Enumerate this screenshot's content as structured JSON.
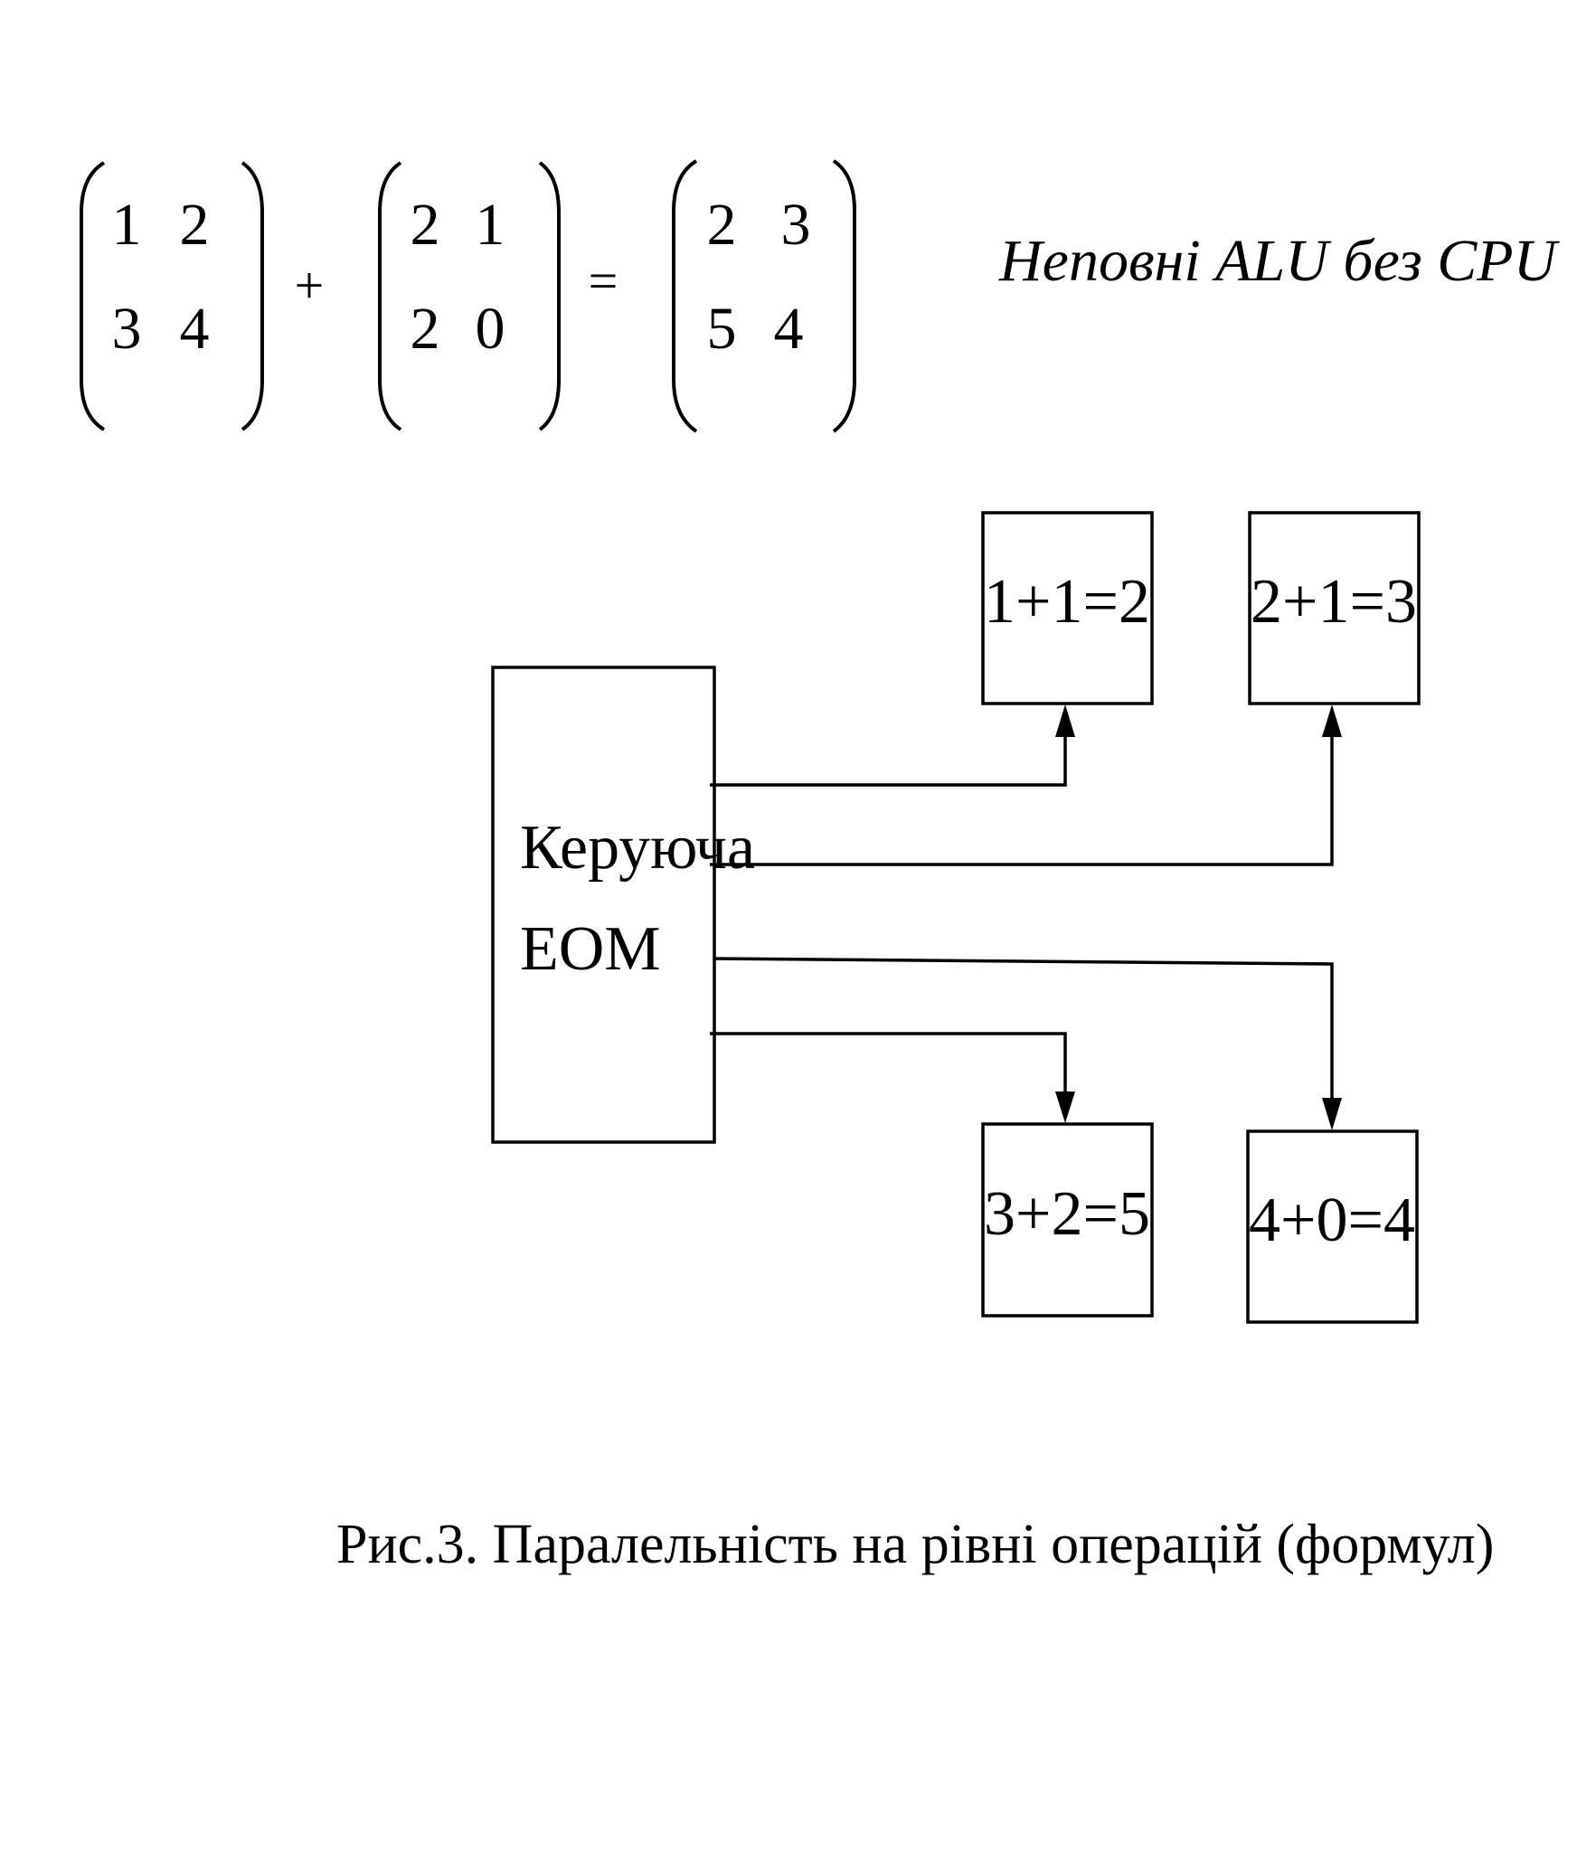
{
  "equation": {
    "matrix_a": [
      [
        "1",
        "2"
      ],
      [
        "3",
        "4"
      ]
    ],
    "plus_sign": "+",
    "matrix_b": [
      [
        "2",
        "1"
      ],
      [
        "2",
        "0"
      ]
    ],
    "equals_sign": "=",
    "matrix_c": [
      [
        "2",
        "3"
      ],
      [
        "5",
        "4"
      ]
    ]
  },
  "note": "Неповні ALU без CPU",
  "control_unit": {
    "line1": "Керуюча",
    "line2": "ЕОМ"
  },
  "alu_boxes": {
    "top_left": "1+1=2",
    "top_right": "2+1=3",
    "bottom_left": "3+2=5",
    "bottom_right": "4+0=4"
  },
  "caption": "Рис.3.  Паралельність на рівні операцій (формул)"
}
